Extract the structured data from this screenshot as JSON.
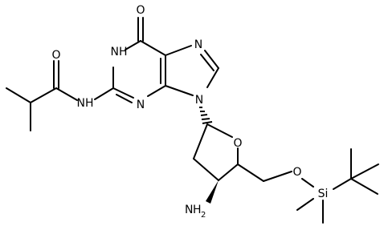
{
  "labels": {
    "o_carbonyl_top": "O",
    "o_amide": "O",
    "nh_ring": "NH",
    "h_ring": "H",
    "n_ring": "N",
    "n_imidazole_top": "N",
    "n_imidazole_9": "N",
    "nh_amide": "NH",
    "h_amide": "H",
    "n_amide": "N",
    "o_furanose": "O",
    "o_ether": "O",
    "si": "Si",
    "nh2": "NH2",
    "nh2_h": "H",
    "nh2_n": "N",
    "nh2_sub": "2"
  }
}
